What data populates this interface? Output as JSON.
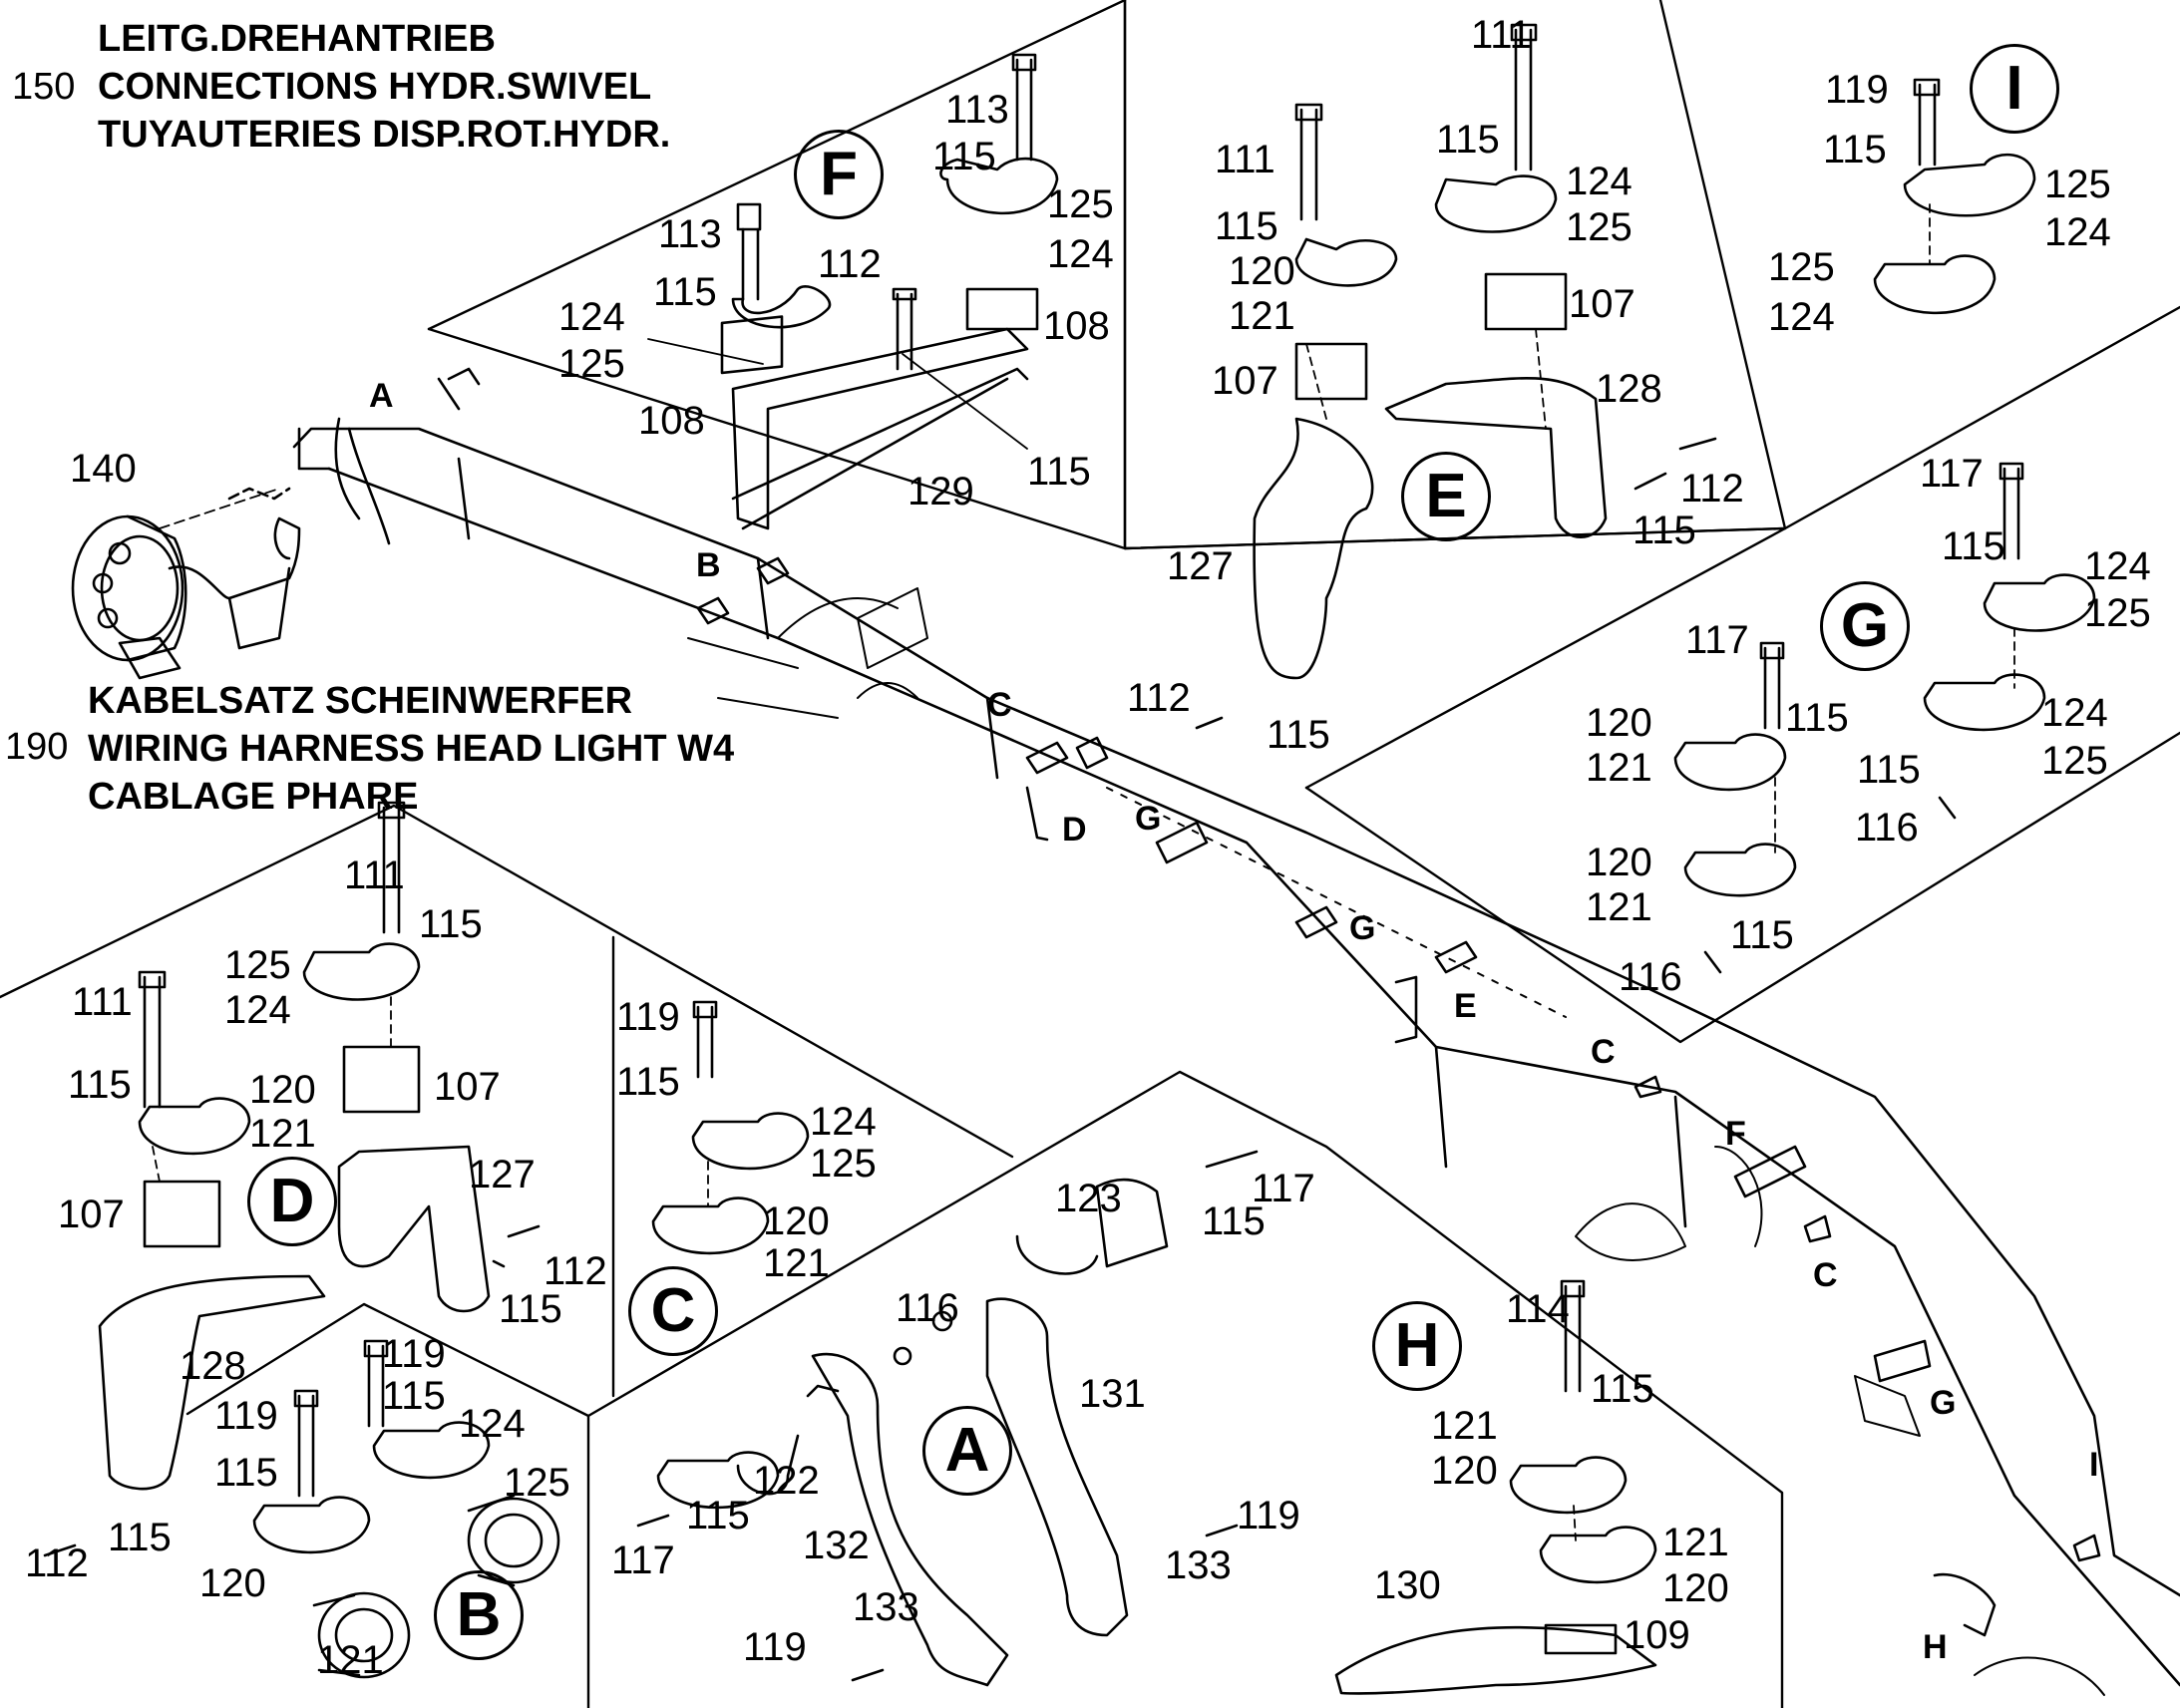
{
  "title_blocks": [
    {
      "number": "150",
      "lines": [
        "LEITG.DREHANTRIEB",
        "CONNECTIONS HYDR.SWIVEL",
        "TUYAUTERIES DISP.ROT.HYDR."
      ]
    },
    {
      "number": "190",
      "lines": [
        "KABELSATZ SCHEINWERFER",
        "WIRING HARNESS HEAD LIGHT W4",
        "CABLAGE PHARE"
      ]
    }
  ],
  "detail_circles": [
    "F",
    "E",
    "I",
    "G",
    "D",
    "C",
    "A",
    "H",
    "B"
  ],
  "boom_tags": [
    "A",
    "B",
    "C",
    "D",
    "G",
    "G",
    "E",
    "C",
    "F",
    "C",
    "G",
    "I",
    "H"
  ],
  "part_numbers": {
    "main": [
      "140"
    ],
    "F": [
      "113",
      "115",
      "125",
      "124",
      "113",
      "115",
      "112",
      "124",
      "125",
      "108",
      "108",
      "129",
      "115"
    ],
    "E": [
      "111",
      "111",
      "115",
      "124",
      "125",
      "115",
      "120",
      "121",
      "107",
      "107",
      "128",
      "127",
      "112",
      "115",
      "112",
      "115"
    ],
    "I": [
      "119",
      "115",
      "125",
      "124",
      "125",
      "124"
    ],
    "G": [
      "117",
      "115",
      "124",
      "125",
      "117",
      "115",
      "120",
      "121",
      "124",
      "125",
      "115",
      "116",
      "120",
      "121",
      "115",
      "116"
    ],
    "D": [
      "111",
      "115",
      "125",
      "124",
      "111",
      "115",
      "120",
      "121",
      "107",
      "107",
      "127",
      "112",
      "115",
      "128",
      "112",
      "115"
    ],
    "C": [
      "119",
      "115",
      "124",
      "125",
      "120",
      "121"
    ],
    "B": [
      "119",
      "115",
      "124",
      "119",
      "115",
      "125",
      "120",
      "121"
    ],
    "A": [
      "123",
      "117",
      "115",
      "116",
      "131",
      "122",
      "117",
      "115",
      "132",
      "133",
      "119",
      "133",
      "119"
    ],
    "H": [
      "114",
      "115",
      "121",
      "120",
      "121",
      "120",
      "130",
      "109"
    ]
  }
}
